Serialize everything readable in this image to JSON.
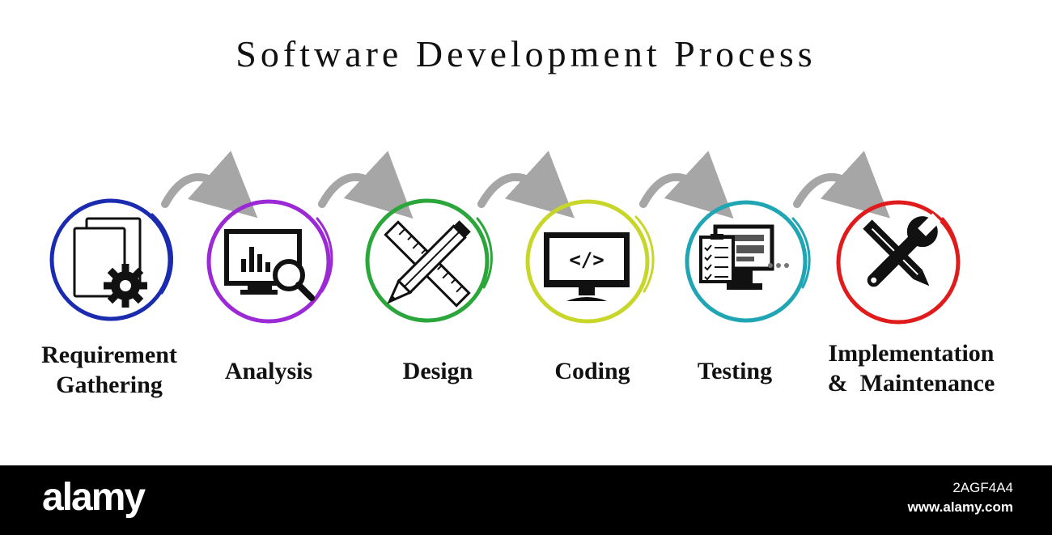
{
  "title": "Software Development Process",
  "steps": [
    {
      "label": "Requirement\nGathering",
      "icon": "documents-gear-icon",
      "color": "#1b2bb0"
    },
    {
      "label": "Analysis",
      "icon": "monitor-chart-search-icon",
      "color": "#9b2ad6"
    },
    {
      "label": "Design",
      "icon": "pencil-ruler-icon",
      "color": "#2aa63a"
    },
    {
      "label": "Coding",
      "icon": "monitor-code-icon",
      "color": "#c8d62a"
    },
    {
      "label": "Testing",
      "icon": "checklist-computer-icon",
      "color": "#1fa5b3"
    },
    {
      "label": "Implementation\n&  Maintenance",
      "icon": "wrench-pencil-icon",
      "color": "#e01b1b"
    }
  ],
  "arrow_color": "#a6a6a6",
  "footer": {
    "logo": "alamy",
    "image_id": "2AGF4A4",
    "url": "www.alamy.com"
  }
}
